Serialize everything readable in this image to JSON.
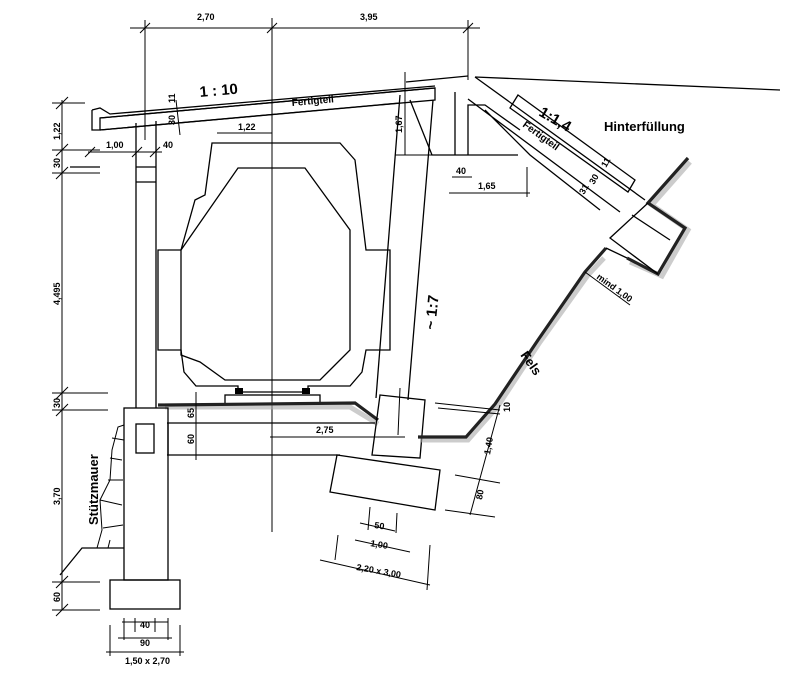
{
  "drawing": {
    "slopes": {
      "roof_left": "1 : 10",
      "roof_right": "1:1,4",
      "column": "~ 1:7"
    },
    "labels": {
      "precast_left": "Fertigteil",
      "precast_right": "Fertigteil",
      "backfill": "Hinterfüllung",
      "rock": "Fels",
      "retaining_wall": "Stützmauer"
    },
    "dimensions": {
      "top_left": "2,70",
      "top_right": "3,95",
      "left_1": "1,22",
      "left_2": "30",
      "left_3": "4,495",
      "left_4": "30",
      "left_5": "3,70",
      "left_6": "60",
      "cantilever": "1,00",
      "pillar": "40",
      "roof_11": "11",
      "roof_30": "30",
      "clear_122": "1,22",
      "right_167": "1,67",
      "right_40": "40",
      "right_165": "1,65",
      "rr_11": "11",
      "rr_30": "30",
      "rr_31": "31",
      "mind": "mind 1,00",
      "slab_65": "65",
      "slab_60": "60",
      "slab_275": "2,75",
      "fels_10": "10",
      "fels_140": "1,40",
      "fels_80": "80",
      "foot_50": "50",
      "foot_100": "1,00",
      "foot_size": "2,20 x 3,00",
      "wall_40": "40",
      "wall_90": "90",
      "wall_size": "1,50 x 2,70"
    }
  }
}
